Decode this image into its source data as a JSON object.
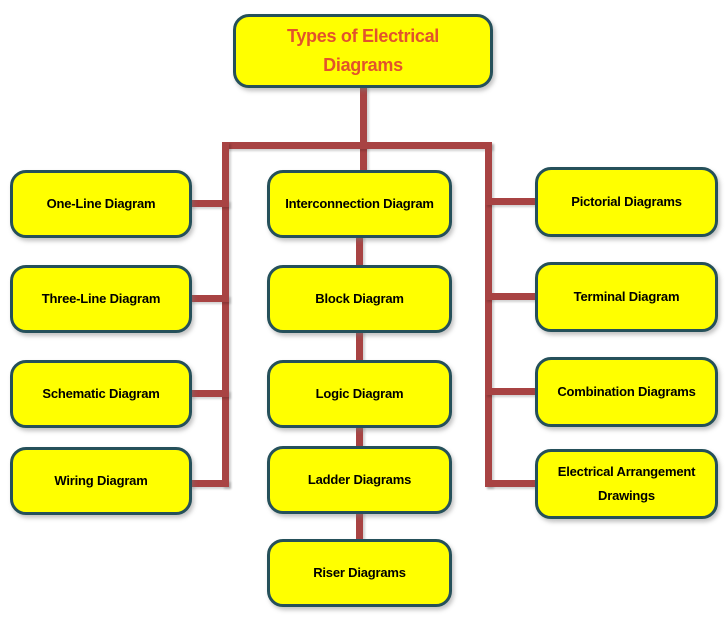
{
  "root": {
    "label": "Types of Electrical Diagrams",
    "line1": "Types of Electrical",
    "line2": "Diagrams"
  },
  "columns": {
    "left": [
      "One-Line Diagram",
      "Three-Line Diagram",
      "Schematic Diagram",
      "Wiring Diagram"
    ],
    "middle": [
      "Interconnection Diagram",
      "Block Diagram",
      "Logic Diagram",
      "Ladder Diagrams",
      "Riser Diagrams"
    ],
    "right": [
      "Pictorial Diagrams",
      "Terminal Diagram",
      "Combination Diagrams",
      "Electrical Arrangement Drawings"
    ]
  },
  "edges": [
    [
      "Types of Electrical Diagrams",
      "One-Line Diagram"
    ],
    [
      "Types of Electrical Diagrams",
      "Three-Line Diagram"
    ],
    [
      "Types of Electrical Diagrams",
      "Schematic Diagram"
    ],
    [
      "Types of Electrical Diagrams",
      "Wiring Diagram"
    ],
    [
      "Types of Electrical Diagrams",
      "Interconnection Diagram"
    ],
    [
      "Interconnection Diagram",
      "Block Diagram"
    ],
    [
      "Block Diagram",
      "Logic Diagram"
    ],
    [
      "Logic Diagram",
      "Ladder Diagrams"
    ],
    [
      "Ladder Diagrams",
      "Riser Diagrams"
    ],
    [
      "Types of Electrical Diagrams",
      "Pictorial Diagrams"
    ],
    [
      "Types of Electrical Diagrams",
      "Terminal Diagram"
    ],
    [
      "Types of Electrical Diagrams",
      "Combination Diagrams"
    ],
    [
      "Types of Electrical Diagrams",
      "Electrical Arrangement Drawings"
    ]
  ],
  "colors": {
    "background": "#ffffff",
    "node_fill": "#ffff00",
    "node_border": "#25505a",
    "connector": "#a84343",
    "title_text": "#e2532c",
    "label_text": "#000000"
  }
}
